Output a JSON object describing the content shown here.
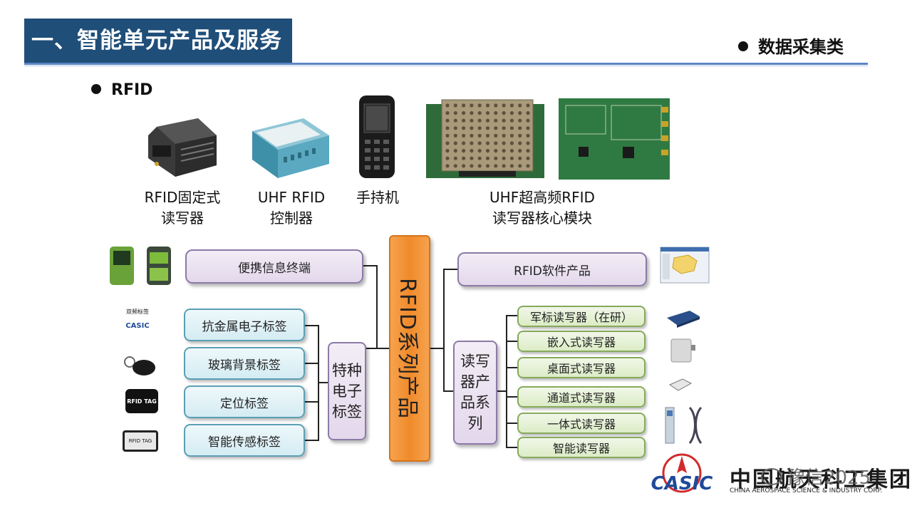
{
  "header": {
    "title": "一、智能单元产品及服务",
    "category": "数据采集类"
  },
  "section": {
    "label": "RFID"
  },
  "products": [
    {
      "line1": "RFID固定式",
      "line2": "读写器"
    },
    {
      "line1": "UHF RFID",
      "line2": "控制器"
    },
    {
      "line1": "手持机",
      "line2": ""
    },
    {
      "line1": "UHF超高频RFID",
      "line2": "读写器核心模块"
    }
  ],
  "diagram": {
    "center": "RFID系列产品",
    "portable": "便携信息终端",
    "software": "RFID软件产品",
    "tag_group": [
      "特种",
      "电子",
      "标签"
    ],
    "tags": [
      "抗金属电子标签",
      "玻璃背景标签",
      "定位标签",
      "智能传感标签"
    ],
    "reader_group": [
      "读写",
      "器产",
      "品系",
      "列"
    ],
    "readers": [
      "军标读写器（在研）",
      "嵌入式读写器",
      "桌面式读写器",
      "通道式读写器",
      "一体式读写器",
      "智能读写器"
    ]
  },
  "tag_images": {
    "tag1_line1": "双频标签",
    "tag1_brand": "CASIC",
    "tag3_label": "RFID TAG",
    "tag4_label": "RFID TAG"
  },
  "logo": {
    "mark": "CASIC",
    "name_cn": "中国航天科工集团",
    "name_en": "CHINA AEROSPACE SCIENCE & INDUSTRY CORP."
  },
  "watermark": "豫信2025",
  "colors": {
    "title_bg": "#1f4e79",
    "center_orange": "#f08a2a",
    "purple_border": "#8c7aa6",
    "teal_border": "#5b9fb4",
    "green_border": "#86aa5c",
    "logo_blue": "#1f4a9a",
    "logo_red": "#d22b2b"
  }
}
